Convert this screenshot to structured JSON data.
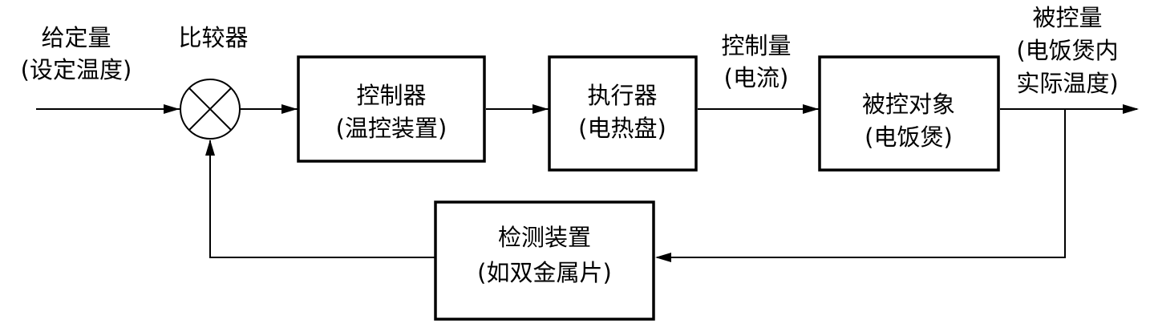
{
  "inputs": {
    "setpoint": {
      "line1": "给定量",
      "line2": "(设定温度)"
    },
    "comparator": {
      "label": "比较器"
    }
  },
  "blocks": {
    "controller": {
      "line1": "控制器",
      "line2": "(温控装置)"
    },
    "actuator": {
      "line1": "执行器",
      "line2": "(电热盘)"
    },
    "plant": {
      "line1": "被控对象",
      "line2": "(电饭煲)"
    },
    "sensor": {
      "line1": "检测装置",
      "line2": "(如双金属片)"
    }
  },
  "signals": {
    "manipulated": {
      "line1": "控制量",
      "line2": "(电流)"
    },
    "controlled": {
      "line1": "被控量",
      "line2": "(电饭煲内",
      "line3": "实际温度)"
    }
  }
}
